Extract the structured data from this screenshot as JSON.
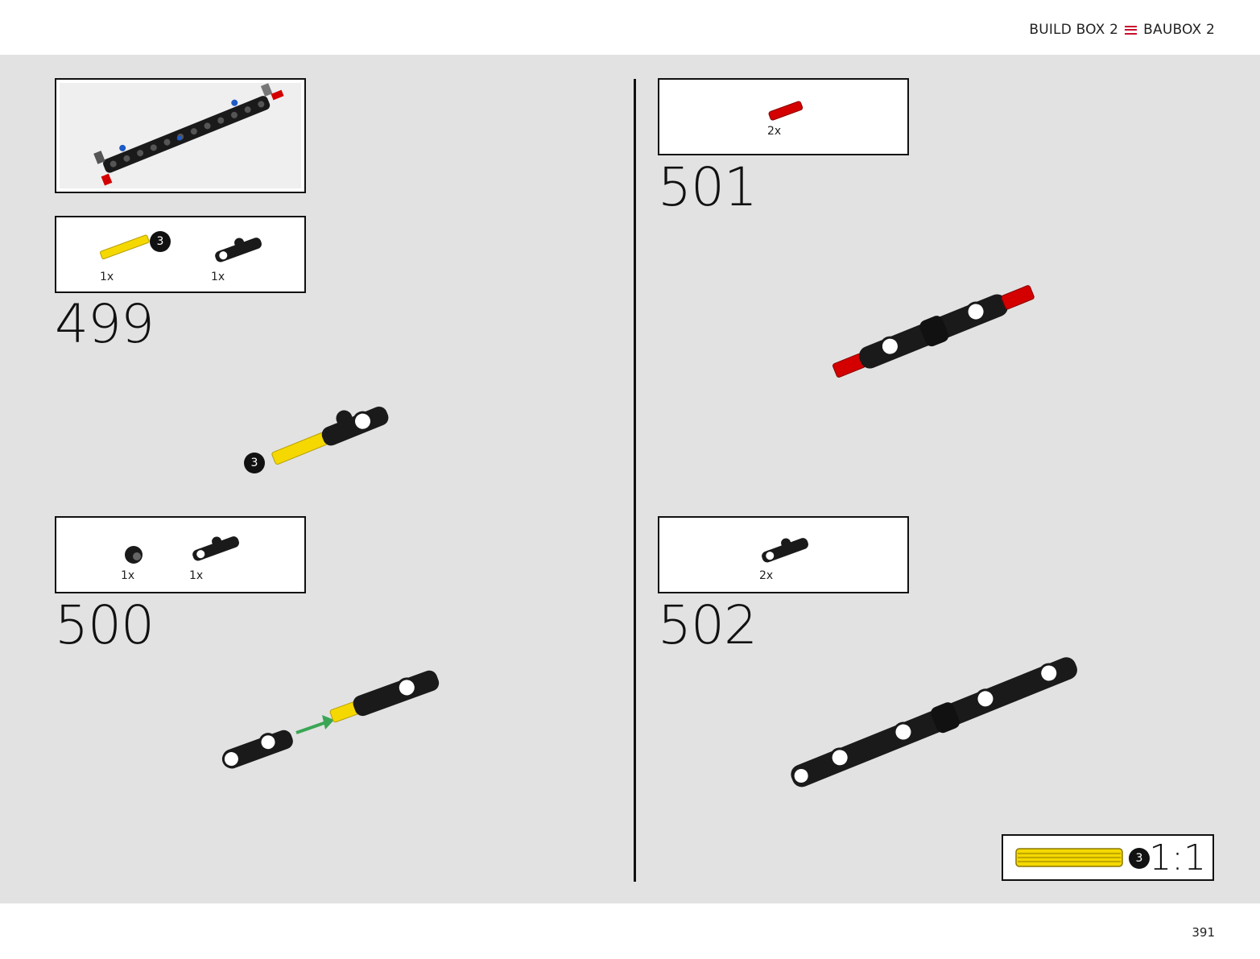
{
  "header": {
    "title_left": "BUILD BOX 2",
    "title_right": "BAUBOX 2",
    "menu_icon": "menu-lines-icon",
    "accent": "#c8102e"
  },
  "steps": [
    {
      "number": "499",
      "parts": [
        {
          "qty": "1x",
          "callout": "3"
        },
        {
          "qty": "1x"
        }
      ],
      "callout": "3"
    },
    {
      "number": "500",
      "parts": [
        {
          "qty": "1x"
        },
        {
          "qty": "1x"
        }
      ]
    },
    {
      "number": "501",
      "parts": [
        {
          "qty": "2x"
        }
      ]
    },
    {
      "number": "502",
      "parts": [
        {
          "qty": "2x"
        }
      ]
    }
  ],
  "scale_reference": {
    "callout": "3",
    "ratio": "1:1"
  },
  "page_number": "391",
  "colors": {
    "background": "#e2e2e2",
    "black_part": "#1a1a1a",
    "yellow_part": "#f5d800",
    "red_part": "#d40000",
    "blue_part": "#1e5bc6",
    "arrow": "#3aa655"
  }
}
